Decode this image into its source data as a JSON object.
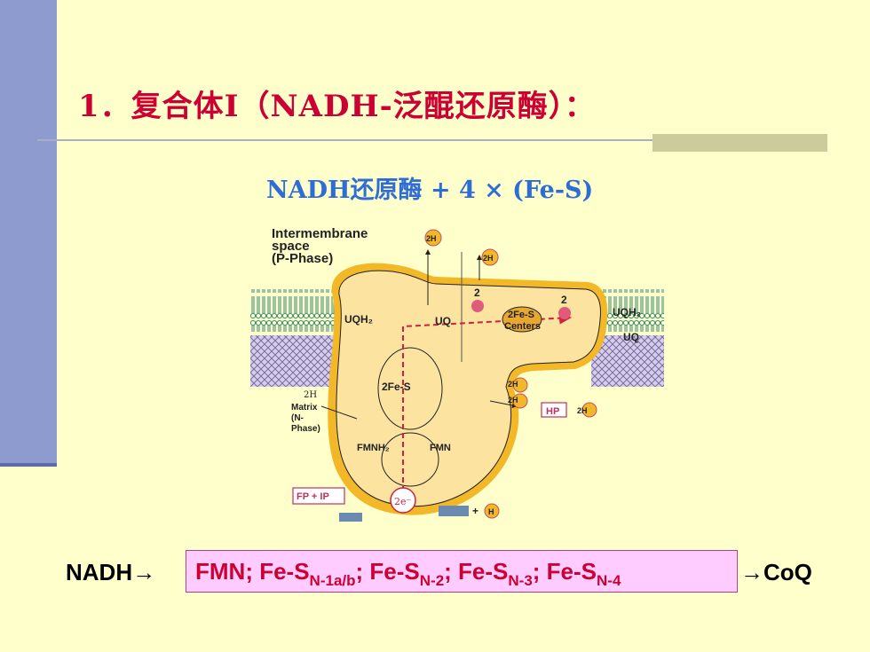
{
  "title": "1．复合体Ⅰ（NADH-泛醌还原酶）：",
  "subtitle": "NADH还原酶 + 4 × (Fe-S)",
  "diagram": {
    "intermembrane_label_1": "Intermembrane",
    "intermembrane_label_2": "space",
    "intermembrane_label_3": "(P-Phase)",
    "matrix_label_1": "Matrix",
    "matrix_label_2": "(N-",
    "matrix_label_3": "Phase)",
    "proton_2h": "2H",
    "plus": "+",
    "uqh2_left": "UQH₂",
    "uq_center": "UQ",
    "fes_centers_1": "2Fe-S",
    "fes_centers_2": "Centers",
    "uqh2_right": "UQH₂",
    "uq_right": "UQ",
    "two_a": "2",
    "two_b": "2",
    "fes_2": "2Fe-S",
    "hp_label": "HP",
    "fmnh2": "FMNH₂",
    "fmn": "FMN",
    "fp_ip": "FP + IP",
    "two_e": "2e⁻",
    "nadh_small_plus_h": "+",
    "h_small": "H"
  },
  "chain": {
    "start": "NADH→",
    "box_fmn": "FMN; Fe-S",
    "sub_1": "N-1a/b",
    "sep_1": "; Fe-S",
    "sub_2": "N-2",
    "sep_2": "; Fe-S",
    "sub_3": "N-3",
    "sep_3": "; Fe-S",
    "sub_4": "N-4",
    "end": "→CoQ"
  },
  "colors": {
    "background": "#FFFFCC",
    "left_bar": "#8E9BCF",
    "title": "#CC0033",
    "subtitle": "#2E6DD6",
    "chain_box_fill": "#FFCCFF",
    "protein": "#FCE3A0",
    "protein_outline": "#F2B827",
    "membrane_green": "#3A8A7A",
    "membrane_purple": "#8A7AB0",
    "proton_pink": "#E05A7A",
    "dashed_red": "#D02040"
  }
}
